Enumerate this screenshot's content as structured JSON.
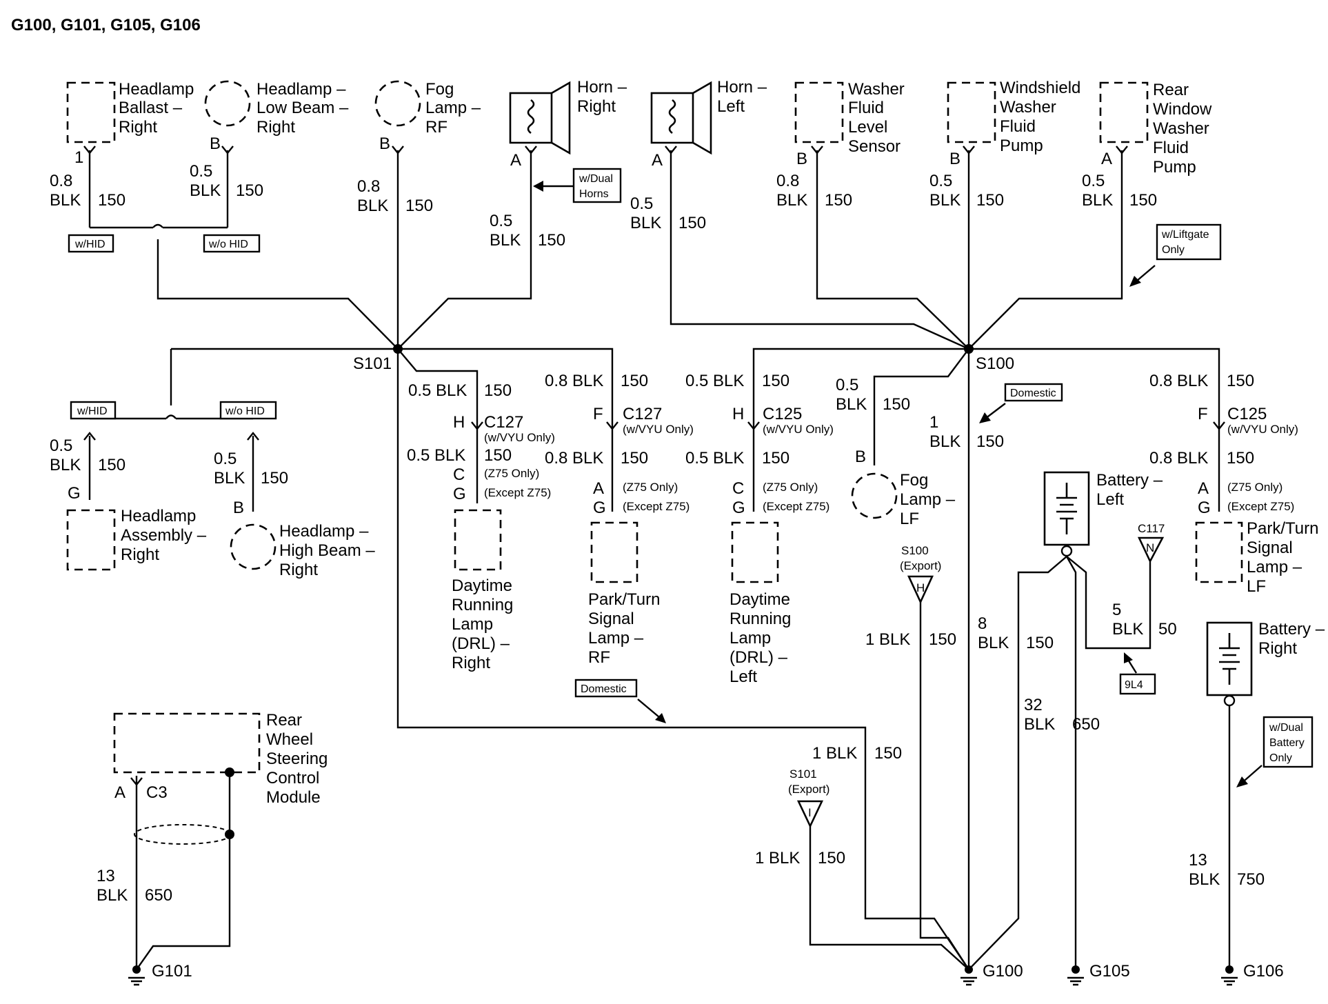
{
  "title": "G100, G101, G105, G106",
  "components": {
    "headlamp_ballast_right": [
      "Headlamp",
      "Ballast –",
      "Right"
    ],
    "headlamp_low_beam_right": [
      "Headlamp –",
      "Low Beam –",
      "Right"
    ],
    "fog_lamp_rf": [
      "Fog",
      "Lamp –",
      "RF"
    ],
    "horn_right": [
      "Horn –",
      "Right"
    ],
    "horn_left": [
      "Horn –",
      "Left"
    ],
    "washer_fluid_level_sensor": [
      "Washer",
      "Fluid",
      "Level",
      "Sensor"
    ],
    "windshield_washer_fluid_pump": [
      "Windshield",
      "Washer",
      "Fluid",
      "Pump"
    ],
    "rear_window_washer_fluid_pump": [
      "Rear",
      "Window",
      "Washer",
      "Fluid",
      "Pump"
    ],
    "headlamp_assembly_right": [
      "Headlamp",
      "Assembly –",
      "Right"
    ],
    "headlamp_high_beam_right": [
      "Headlamp –",
      "High Beam –",
      "Right"
    ],
    "drl_right": [
      "Daytime",
      "Running",
      "Lamp",
      "(DRL) –",
      "Right"
    ],
    "park_turn_rf": [
      "Park/Turn",
      "Signal",
      "Lamp –",
      "RF"
    ],
    "drl_left": [
      "Daytime",
      "Running",
      "Lamp",
      "(DRL) –",
      "Left"
    ],
    "fog_lamp_lf": [
      "Fog",
      "Lamp –",
      "LF"
    ],
    "battery_left": [
      "Battery –",
      "Left"
    ],
    "park_turn_lf": [
      "Park/Turn",
      "Signal",
      "Lamp –",
      "LF"
    ],
    "battery_right": [
      "Battery –",
      "Right"
    ],
    "rwsc_module": [
      "Rear",
      "Wheel",
      "Steering",
      "Control",
      "Module"
    ]
  },
  "options": {
    "w_hid": "w/HID",
    "wo_hid": "w/o HID",
    "dual_horns": [
      "w/Dual",
      "Horns"
    ],
    "liftgate": [
      "w/Liftgate",
      "Only"
    ],
    "domestic": "Domestic",
    "dual_battery": [
      "w/Dual",
      "Battery",
      "Only"
    ],
    "rpo_9l4": "9L4"
  },
  "splices": {
    "s101": "S101",
    "s100": "S100"
  },
  "grounds": {
    "g100": "G100",
    "g101": "G101",
    "g105": "G105",
    "g106": "G106"
  },
  "connectors": {
    "c127": "C127",
    "c125": "C125",
    "c117": "C117",
    "c3": "C3",
    "w_vyu_only": "(w/VYU Only)",
    "z75_only": "(Z75 Only)",
    "except_z75": "(Except Z75)",
    "export": "(Export)",
    "s100_export_label": "S100",
    "s101_export_label": "S101"
  },
  "pins": {
    "ballast_r": "1",
    "low_beam_r": "B",
    "fog_rf": "B",
    "horn_r": "A",
    "horn_l": "A",
    "washer_sensor": "B",
    "windshield_pump": "B",
    "rear_pump": "A",
    "assembly_r": "G",
    "high_beam_r": "B",
    "c127_h": "H",
    "c127_c": "C",
    "c127_g": "G",
    "c127_f": "F",
    "pt_rf_a": "A",
    "pt_rf_g": "G",
    "c125_h": "H",
    "drl_l_c": "C",
    "drl_l_g": "G",
    "fog_lf": "B",
    "c125_f": "F",
    "pt_lf_a": "A",
    "pt_lf_g": "G",
    "c117_n": "N",
    "s100_h": "H",
    "s101_i": "I",
    "c3_a": "A"
  },
  "wires": {
    "w_ballast": [
      "0.8",
      "BLK",
      "150"
    ],
    "w_lowbeam": [
      "0.5",
      "BLK",
      "150"
    ],
    "w_fogrf": [
      "0.8",
      "BLK",
      "150"
    ],
    "w_hornr": [
      "0.5",
      "BLK",
      "150"
    ],
    "w_hornl": [
      "0.5",
      "BLK",
      "150"
    ],
    "w_sensor": [
      "0.8",
      "BLK",
      "150"
    ],
    "w_wspump": [
      "0.5",
      "BLK",
      "150"
    ],
    "w_rpump": [
      "0.5",
      "BLK",
      "150"
    ],
    "w_assembly": [
      "0.5",
      "BLK",
      "150"
    ],
    "w_highbeam": [
      "0.5",
      "BLK",
      "150"
    ],
    "w_drlr_top": [
      "0.5 BLK",
      "150"
    ],
    "w_drlr_bot": [
      "0.5 BLK",
      "150"
    ],
    "w_ptrf_top": [
      "0.8 BLK",
      "150"
    ],
    "w_ptrf_bot": [
      "0.8 BLK",
      "150"
    ],
    "w_drll_top": [
      "0.5 BLK",
      "150"
    ],
    "w_drll_bot": [
      "0.5 BLK",
      "150"
    ],
    "w_foglf": [
      "0.5",
      "BLK",
      "150"
    ],
    "w_s100_g100": [
      "1",
      "BLK",
      "150"
    ],
    "w_ptlf_top": [
      "0.8 BLK",
      "150"
    ],
    "w_ptlf_bot": [
      "0.8 BLK",
      "150"
    ],
    "w_s100x": [
      "1 BLK",
      "150"
    ],
    "w_g100_8": [
      "8",
      "BLK",
      "150"
    ],
    "w_batl": [
      "32",
      "BLK",
      "650"
    ],
    "w_9l4": [
      "5",
      "BLK",
      "50"
    ],
    "w_s101_g100": [
      "1 BLK",
      "150"
    ],
    "w_s101x": [
      "1 BLK",
      "150"
    ],
    "w_rwsc": [
      "13",
      "BLK",
      "650"
    ],
    "w_batr": [
      "13",
      "BLK",
      "750"
    ]
  }
}
